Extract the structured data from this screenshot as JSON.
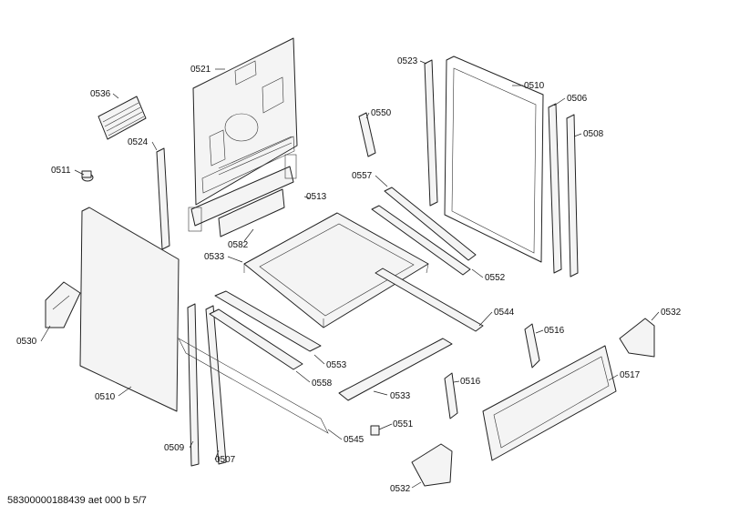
{
  "diagram": {
    "callouts": [
      {
        "id": "c-0521",
        "text": "0521"
      },
      {
        "id": "c-0536",
        "text": "0536"
      },
      {
        "id": "c-0524",
        "text": "0524"
      },
      {
        "id": "c-0511",
        "text": "0511"
      },
      {
        "id": "c-0582",
        "text": "0582"
      },
      {
        "id": "c-0533a",
        "text": "0533"
      },
      {
        "id": "c-0530",
        "text": "0530"
      },
      {
        "id": "c-0510a",
        "text": "0510"
      },
      {
        "id": "c-0509",
        "text": "0509"
      },
      {
        "id": "c-0507",
        "text": "0507"
      },
      {
        "id": "c-0513",
        "text": "0513"
      },
      {
        "id": "c-0553",
        "text": "0553"
      },
      {
        "id": "c-0558",
        "text": "0558"
      },
      {
        "id": "c-0533b",
        "text": "0533"
      },
      {
        "id": "c-0545",
        "text": "0545"
      },
      {
        "id": "c-0551",
        "text": "0551"
      },
      {
        "id": "c-0532a",
        "text": "0532"
      },
      {
        "id": "c-0523",
        "text": "0523"
      },
      {
        "id": "c-0510b",
        "text": "0510"
      },
      {
        "id": "c-0550",
        "text": "0550"
      },
      {
        "id": "c-0557",
        "text": "0557"
      },
      {
        "id": "c-0552",
        "text": "0552"
      },
      {
        "id": "c-0544",
        "text": "0544"
      },
      {
        "id": "c-0506",
        "text": "0506"
      },
      {
        "id": "c-0508",
        "text": "0508"
      },
      {
        "id": "c-0516a",
        "text": "0516"
      },
      {
        "id": "c-0516b",
        "text": "0516"
      },
      {
        "id": "c-0532b",
        "text": "0532"
      },
      {
        "id": "c-0517",
        "text": "0517"
      }
    ]
  },
  "footer": {
    "text": "58300000188439 aet 000 b 5/7"
  }
}
